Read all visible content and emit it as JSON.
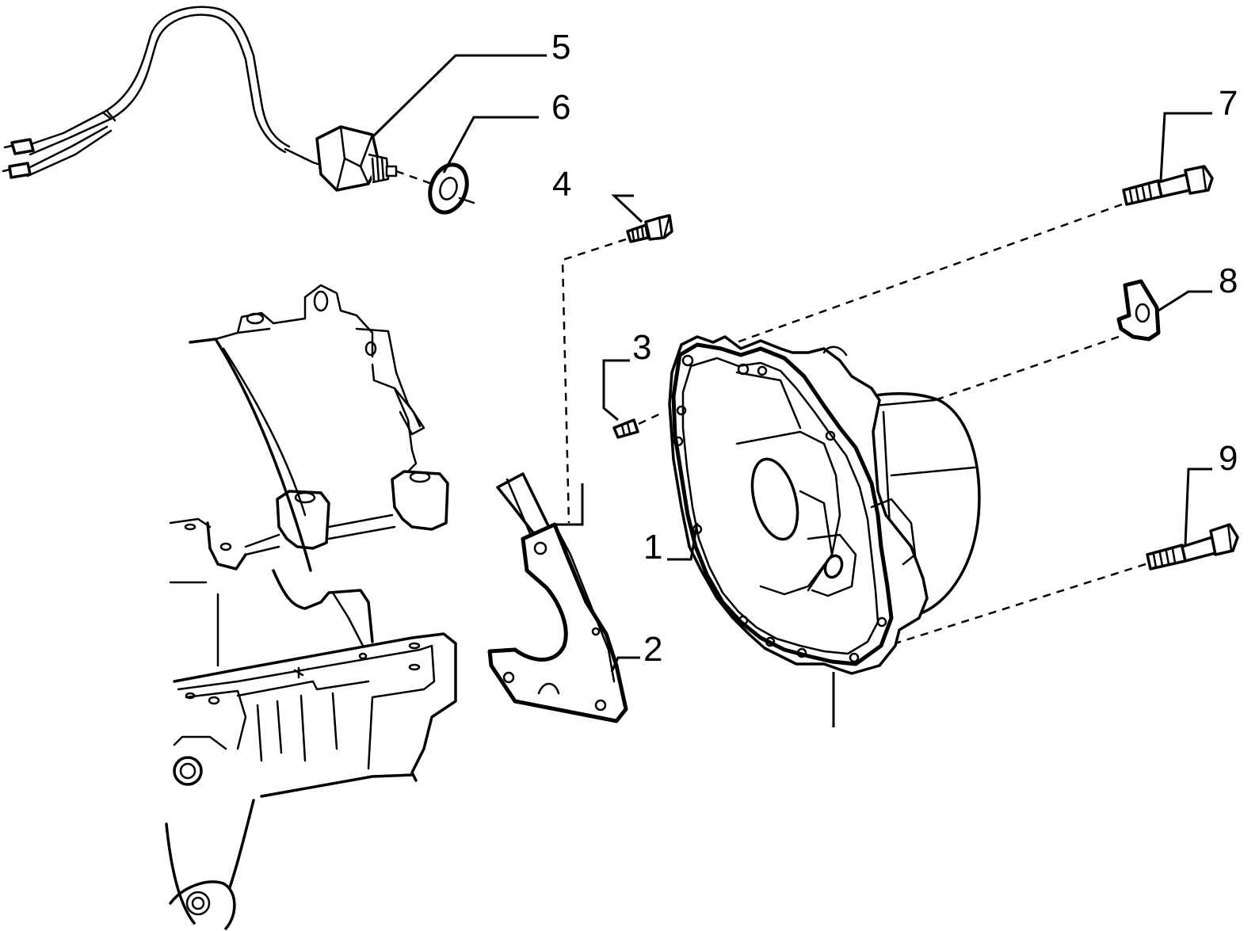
{
  "diagram": {
    "colors": {
      "ink": "#000000",
      "paper": "#ffffff"
    },
    "callouts": [
      {
        "id": "callout-1",
        "label": "1"
      },
      {
        "id": "callout-2",
        "label": "2"
      },
      {
        "id": "callout-3",
        "label": "3"
      },
      {
        "id": "callout-4",
        "label": "4"
      },
      {
        "id": "callout-5",
        "label": "5"
      },
      {
        "id": "callout-6",
        "label": "6"
      },
      {
        "id": "callout-7",
        "label": "7"
      },
      {
        "id": "callout-8",
        "label": "8"
      },
      {
        "id": "callout-9",
        "label": "9"
      }
    ]
  }
}
